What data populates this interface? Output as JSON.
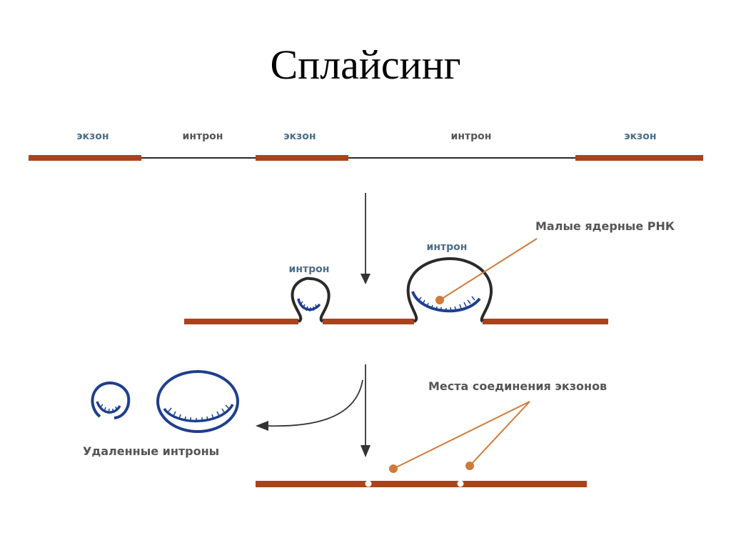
{
  "title": "Сплайсинг",
  "colors": {
    "exon": "#a9441a",
    "intron_line": "#2a2a2a",
    "snrna": "#1e3f8f",
    "label_blue": "#4a6e8a",
    "label_gray": "#555555",
    "pointer": "#d07a3a",
    "arrow": "#333333"
  },
  "stage1": {
    "exon_label_1": "экзон",
    "intron_label_1": "интрон",
    "exon_label_2": "экзон",
    "intron_label_2": "интрон",
    "exon_label_3": "экзон"
  },
  "stage2": {
    "intron_label_small": "интрон",
    "intron_label_large": "интрон",
    "snrna_label": "Малые ядерные РНК"
  },
  "stage3": {
    "removed_introns_label": "Удаленные интроны",
    "junction_label": "Места соединения экзонов"
  }
}
